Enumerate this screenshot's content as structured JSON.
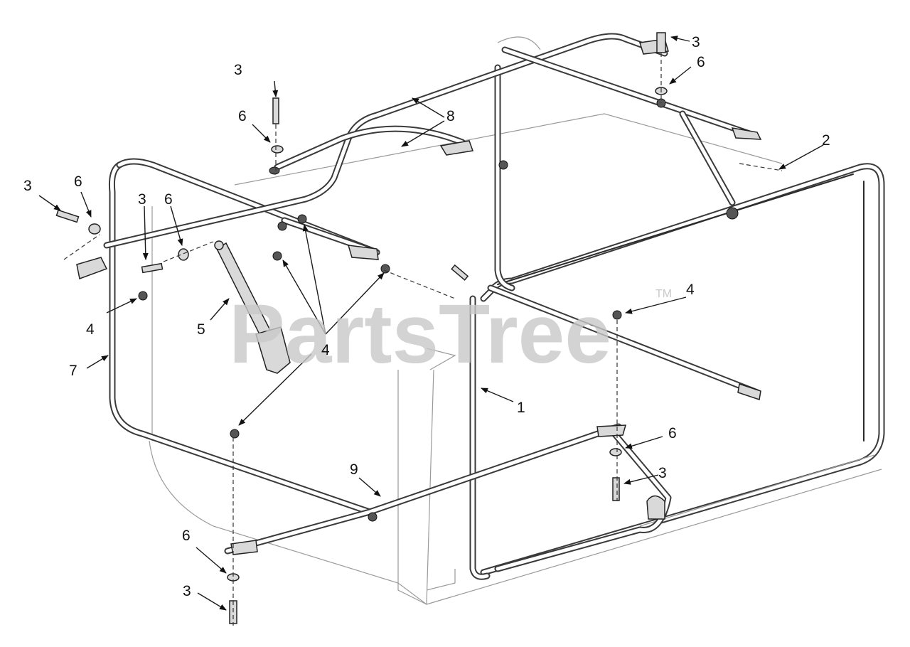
{
  "watermark": {
    "text": "PartsTree",
    "mark": "TM"
  },
  "callouts": [
    {
      "id": "c1",
      "label": "1"
    },
    {
      "id": "c2",
      "label": "2"
    },
    {
      "id": "c3a",
      "label": "3"
    },
    {
      "id": "c3b",
      "label": "3"
    },
    {
      "id": "c3c",
      "label": "3"
    },
    {
      "id": "c3d",
      "label": "3"
    },
    {
      "id": "c3e",
      "label": "3"
    },
    {
      "id": "c3f",
      "label": "3"
    },
    {
      "id": "c4a",
      "label": "4"
    },
    {
      "id": "c4b",
      "label": "4"
    },
    {
      "id": "c4c",
      "label": "4"
    },
    {
      "id": "c5",
      "label": "5"
    },
    {
      "id": "c6a",
      "label": "6"
    },
    {
      "id": "c6b",
      "label": "6"
    },
    {
      "id": "c6c",
      "label": "6"
    },
    {
      "id": "c6d",
      "label": "6"
    },
    {
      "id": "c6e",
      "label": "6"
    },
    {
      "id": "c6f",
      "label": "6"
    },
    {
      "id": "c7",
      "label": "7"
    },
    {
      "id": "c8",
      "label": "8"
    },
    {
      "id": "c9",
      "label": "9"
    }
  ]
}
